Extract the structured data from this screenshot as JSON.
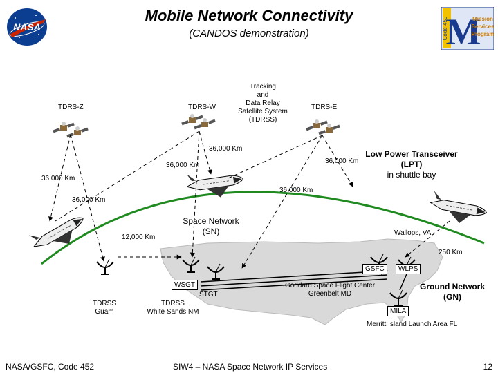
{
  "header": {
    "title": "Mobile Network Connectivity",
    "subtitle": "(CANDOS demonstration)"
  },
  "logos": {
    "nasa": "NASA",
    "msp_letter": "M",
    "msp_code": "Code 450",
    "msp_text": [
      "Mission",
      "Services",
      "Program"
    ]
  },
  "satellites": {
    "tdrs_z": "TDRS-Z",
    "tdrs_w": "TDRS-W",
    "tdrs_e": "TDRS-E",
    "tdrss_desc": [
      "Tracking",
      "and",
      "Data Relay",
      "Satellite System",
      "(TDRSS)"
    ]
  },
  "distances": {
    "d1": "36,000 Km",
    "d2": "36,000 Km",
    "d3": "36,000 Km",
    "d4": "36,000 Km",
    "d5": "36,000 Km",
    "d6": "36,000 Km",
    "d7": "12,000 Km",
    "d8": "250 Km"
  },
  "lpt": [
    "Low Power Transceiver",
    "(LPT)",
    "in shuttle bay"
  ],
  "space_network": [
    "Space Network",
    "(SN)"
  ],
  "ground_network": [
    "Ground Network",
    "(GN)"
  ],
  "stations": {
    "wallops": "Wallops, VA",
    "gsfc": "GSFC",
    "wlps": "WLPS",
    "wsgt": "WSGT",
    "stgt": "STGT",
    "goddard": [
      "Goddard Space Flight Center",
      "Greenbelt  MD"
    ],
    "tdrss_guam": [
      "TDRSS",
      "Guam"
    ],
    "tdrss_ws": [
      "TDRSS",
      "White Sands  NM"
    ],
    "mila": "MILA",
    "merritt": "Merritt Island Launch Area  FL"
  },
  "footer": {
    "left": "NASA/GSFC, Code 452",
    "center": "SIW4 – NASA Space Network IP Services",
    "page": "12"
  },
  "colors": {
    "orbit": "#1f8a1f",
    "map": "#d9d9d9",
    "nasa_blue": "#0b3d91",
    "nasa_red": "#cc2200",
    "msp_blue": "#1a3a8f",
    "msp_yellow": "#f2c200"
  }
}
